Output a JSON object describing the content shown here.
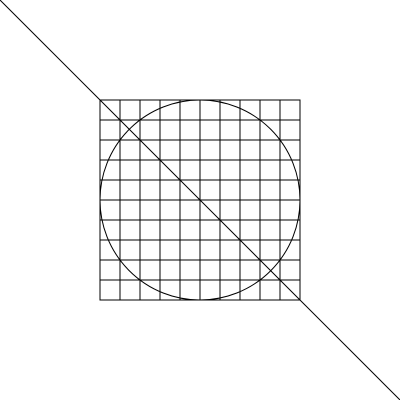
{
  "diagram": {
    "grid_rows": 10,
    "grid_columns": 10,
    "shapes": [
      "square-grid",
      "inscribed-circle",
      "diagonal-line"
    ],
    "stroke_color": "#000000",
    "background_color": "#ffffff"
  }
}
